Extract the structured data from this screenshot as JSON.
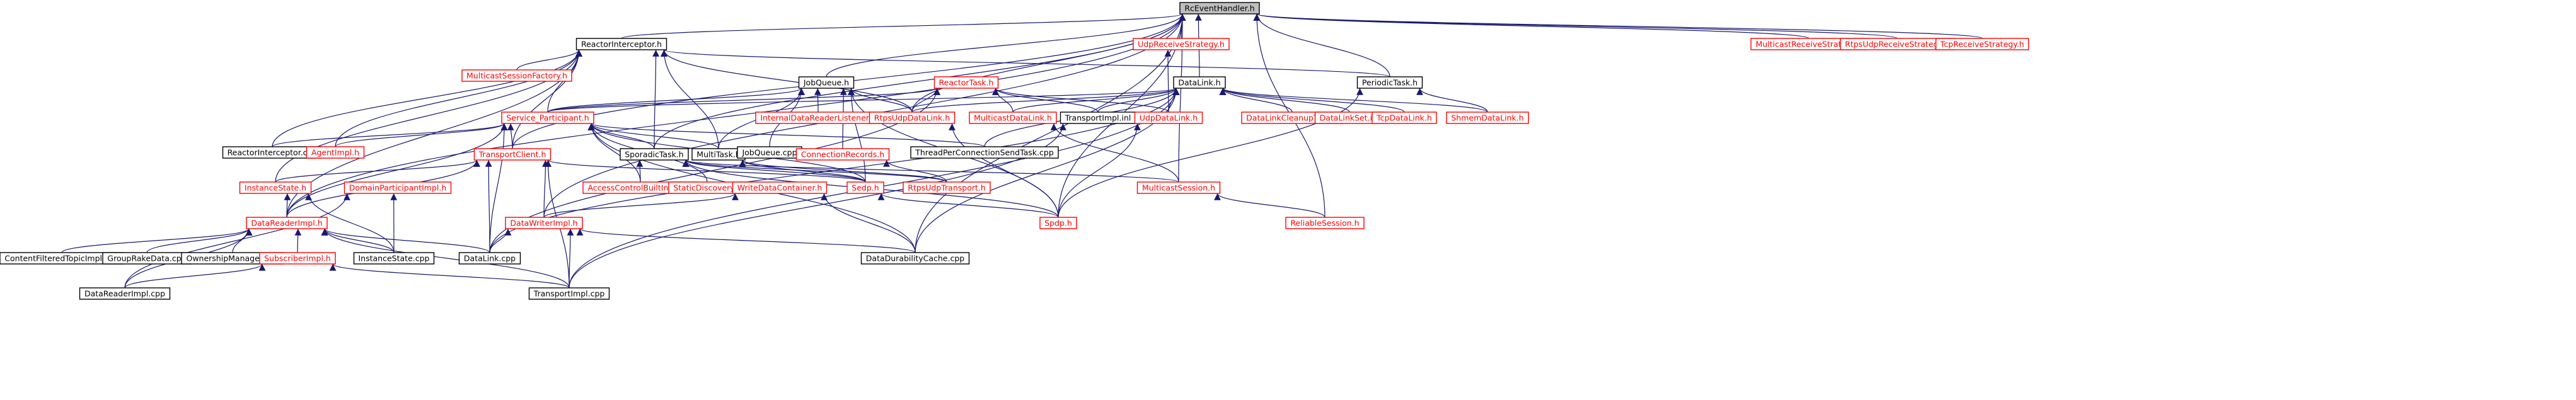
{
  "colors": {
    "edge": "#191970",
    "node_border_black": "#000000",
    "node_border_red": "#ff0000",
    "root_fill": "#bfbfbf",
    "node_fill": "#ffffff",
    "text_black": "#000000",
    "text_red": "#ff0000"
  },
  "nodes": [
    {
      "id": "n1",
      "label": "RcEventHandler.h",
      "style": "root"
    },
    {
      "id": "n2",
      "label": "ReactorInterceptor.h",
      "style": "black"
    },
    {
      "id": "n3",
      "label": "UdpReceiveStrategy.h",
      "style": "red"
    },
    {
      "id": "n4",
      "label": "MulticastReceiveStrategy.h",
      "style": "red"
    },
    {
      "id": "n5",
      "label": "RtpsUdpReceiveStrategy.h",
      "style": "red"
    },
    {
      "id": "n6",
      "label": "TcpReceiveStrategy.h",
      "style": "red"
    },
    {
      "id": "n7",
      "label": "MulticastSessionFactory.h",
      "style": "red"
    },
    {
      "id": "n8",
      "label": "JobQueue.h",
      "style": "black"
    },
    {
      "id": "n9",
      "label": "ReactorTask.h",
      "style": "red"
    },
    {
      "id": "n10",
      "label": "DataLink.h",
      "style": "black"
    },
    {
      "id": "n11",
      "label": "PeriodicTask.h",
      "style": "black"
    },
    {
      "id": "n12",
      "label": "Service_Participant.h",
      "style": "red"
    },
    {
      "id": "n13",
      "label": "InternalDataReaderListener.h",
      "style": "red"
    },
    {
      "id": "n14",
      "label": "RtpsUdpDataLink.h",
      "style": "red"
    },
    {
      "id": "n15",
      "label": "MulticastDataLink.h",
      "style": "red"
    },
    {
      "id": "n16",
      "label": "TransportImpl.inl",
      "style": "black"
    },
    {
      "id": "n17",
      "label": "UdpDataLink.h",
      "style": "red"
    },
    {
      "id": "n18",
      "label": "DataLinkCleanupTask.h",
      "style": "red"
    },
    {
      "id": "n19",
      "label": "DataLinkSet.inl",
      "style": "red"
    },
    {
      "id": "n20",
      "label": "TcpDataLink.h",
      "style": "red"
    },
    {
      "id": "n21",
      "label": "ShmemDataLink.h",
      "style": "red"
    },
    {
      "id": "n22",
      "label": "ReactorInterceptor.cpp",
      "style": "black"
    },
    {
      "id": "n23",
      "label": "AgentImpl.h",
      "style": "red"
    },
    {
      "id": "n24",
      "label": "TransportClient.h",
      "style": "red"
    },
    {
      "id": "n25",
      "label": "SporadicTask.h",
      "style": "black"
    },
    {
      "id": "n26",
      "label": "MultiTask.h",
      "style": "black"
    },
    {
      "id": "n27",
      "label": "JobQueue.cpp",
      "style": "black"
    },
    {
      "id": "n28",
      "label": "ThreadPerConnectionSendTask.cpp",
      "style": "black"
    },
    {
      "id": "n29",
      "label": "ConnectionRecords.h",
      "style": "red"
    },
    {
      "id": "n30",
      "label": "InstanceState.h",
      "style": "red"
    },
    {
      "id": "n31",
      "label": "DomainParticipantImpl.h",
      "style": "red"
    },
    {
      "id": "n32",
      "label": "AccessControlBuiltInImpl.h",
      "style": "red"
    },
    {
      "id": "n33",
      "label": "StaticDiscovery.h",
      "style": "red"
    },
    {
      "id": "n34",
      "label": "WriteDataContainer.h",
      "style": "red"
    },
    {
      "id": "n35",
      "label": "Sedp.h",
      "style": "red"
    },
    {
      "id": "n36",
      "label": "RtpsUdpTransport.h",
      "style": "red"
    },
    {
      "id": "n37",
      "label": "MulticastSession.h",
      "style": "red"
    },
    {
      "id": "n38",
      "label": "DataReaderImpl.h",
      "style": "red"
    },
    {
      "id": "n39",
      "label": "DataWriterImpl.h",
      "style": "red"
    },
    {
      "id": "n40",
      "label": "Spdp.h",
      "style": "red"
    },
    {
      "id": "n41",
      "label": "ReliableSession.h",
      "style": "red"
    },
    {
      "id": "n42",
      "label": "ContentFilteredTopicImpl.cpp",
      "style": "black"
    },
    {
      "id": "n43",
      "label": "GroupRakeData.cpp",
      "style": "black"
    },
    {
      "id": "n44",
      "label": "OwnershipManager.cpp",
      "style": "black"
    },
    {
      "id": "n45",
      "label": "SubscriberImpl.h",
      "style": "red"
    },
    {
      "id": "n46",
      "label": "InstanceState.cpp",
      "style": "black"
    },
    {
      "id": "n47",
      "label": "DataLink.cpp",
      "style": "black"
    },
    {
      "id": "n48",
      "label": "DataDurabilityCache.cpp",
      "style": "black"
    },
    {
      "id": "n49",
      "label": "DataReaderImpl.cpp",
      "style": "black"
    },
    {
      "id": "n50",
      "label": "TransportImpl.cpp",
      "style": "black"
    }
  ],
  "edges": [
    [
      "n2",
      "n1"
    ],
    [
      "n3",
      "n1"
    ],
    [
      "n4",
      "n1"
    ],
    [
      "n5",
      "n1"
    ],
    [
      "n6",
      "n1"
    ],
    [
      "n8",
      "n1"
    ],
    [
      "n10",
      "n1"
    ],
    [
      "n11",
      "n1"
    ],
    [
      "n14",
      "n1"
    ],
    [
      "n24",
      "n1"
    ],
    [
      "n25",
      "n1"
    ],
    [
      "n38",
      "n1"
    ],
    [
      "n39",
      "n1"
    ],
    [
      "n40",
      "n1"
    ],
    [
      "n37",
      "n1"
    ],
    [
      "n41",
      "n1"
    ],
    [
      "n48",
      "n1"
    ],
    [
      "n7",
      "n2"
    ],
    [
      "n22",
      "n2"
    ],
    [
      "n23",
      "n2"
    ],
    [
      "n24",
      "n2"
    ],
    [
      "n25",
      "n2"
    ],
    [
      "n26",
      "n2"
    ],
    [
      "n14",
      "n2"
    ],
    [
      "n11",
      "n2"
    ],
    [
      "n30",
      "n2"
    ],
    [
      "n38",
      "n2"
    ],
    [
      "n12",
      "n2"
    ],
    [
      "n17",
      "n3"
    ],
    [
      "n12",
      "n8"
    ],
    [
      "n13",
      "n8"
    ],
    [
      "n14",
      "n8"
    ],
    [
      "n26",
      "n8"
    ],
    [
      "n27",
      "n8"
    ],
    [
      "n29",
      "n8"
    ],
    [
      "n35",
      "n8"
    ],
    [
      "n40",
      "n8"
    ],
    [
      "n12",
      "n9"
    ],
    [
      "n14",
      "n9"
    ],
    [
      "n15",
      "n9"
    ],
    [
      "n16",
      "n9"
    ],
    [
      "n17",
      "n9"
    ],
    [
      "n47",
      "n9"
    ],
    [
      "n14",
      "n10"
    ],
    [
      "n15",
      "n10"
    ],
    [
      "n16",
      "n10"
    ],
    [
      "n17",
      "n10"
    ],
    [
      "n18",
      "n10"
    ],
    [
      "n19",
      "n10"
    ],
    [
      "n20",
      "n10"
    ],
    [
      "n21",
      "n10"
    ],
    [
      "n28",
      "n10"
    ],
    [
      "n47",
      "n10"
    ],
    [
      "n50",
      "n10"
    ],
    [
      "n48",
      "n10"
    ],
    [
      "n12",
      "n10"
    ],
    [
      "n21",
      "n11"
    ],
    [
      "n40",
      "n11"
    ],
    [
      "n22",
      "n12"
    ],
    [
      "n23",
      "n12"
    ],
    [
      "n24",
      "n12"
    ],
    [
      "n25",
      "n12"
    ],
    [
      "n26",
      "n12"
    ],
    [
      "n28",
      "n12"
    ],
    [
      "n32",
      "n12"
    ],
    [
      "n33",
      "n12"
    ],
    [
      "n35",
      "n12"
    ],
    [
      "n38",
      "n12"
    ],
    [
      "n47",
      "n12"
    ],
    [
      "n48",
      "n12"
    ],
    [
      "n40",
      "n14"
    ],
    [
      "n37",
      "n15"
    ],
    [
      "n50",
      "n16"
    ],
    [
      "n40",
      "n17"
    ],
    [
      "n30",
      "n24"
    ],
    [
      "n38",
      "n24"
    ],
    [
      "n39",
      "n24"
    ],
    [
      "n47",
      "n24"
    ],
    [
      "n50",
      "n24"
    ],
    [
      "n35",
      "n24"
    ],
    [
      "n32",
      "n25"
    ],
    [
      "n35",
      "n25"
    ],
    [
      "n36",
      "n25"
    ],
    [
      "n40",
      "n25"
    ],
    [
      "n37",
      "n25"
    ],
    [
      "n35",
      "n26"
    ],
    [
      "n36",
      "n26"
    ],
    [
      "n36",
      "n29"
    ],
    [
      "n46",
      "n30"
    ],
    [
      "n38",
      "n30"
    ],
    [
      "n46",
      "n31"
    ],
    [
      "n49",
      "n31"
    ],
    [
      "n39",
      "n34"
    ],
    [
      "n48",
      "n34"
    ],
    [
      "n40",
      "n35"
    ],
    [
      "n41",
      "n37"
    ],
    [
      "n42",
      "n38"
    ],
    [
      "n43",
      "n38"
    ],
    [
      "n44",
      "n38"
    ],
    [
      "n45",
      "n38"
    ],
    [
      "n46",
      "n38"
    ],
    [
      "n47",
      "n38"
    ],
    [
      "n49",
      "n38"
    ],
    [
      "n50",
      "n38"
    ],
    [
      "n47",
      "n39"
    ],
    [
      "n48",
      "n39"
    ],
    [
      "n50",
      "n39"
    ],
    [
      "n49",
      "n45"
    ],
    [
      "n50",
      "n45"
    ]
  ]
}
